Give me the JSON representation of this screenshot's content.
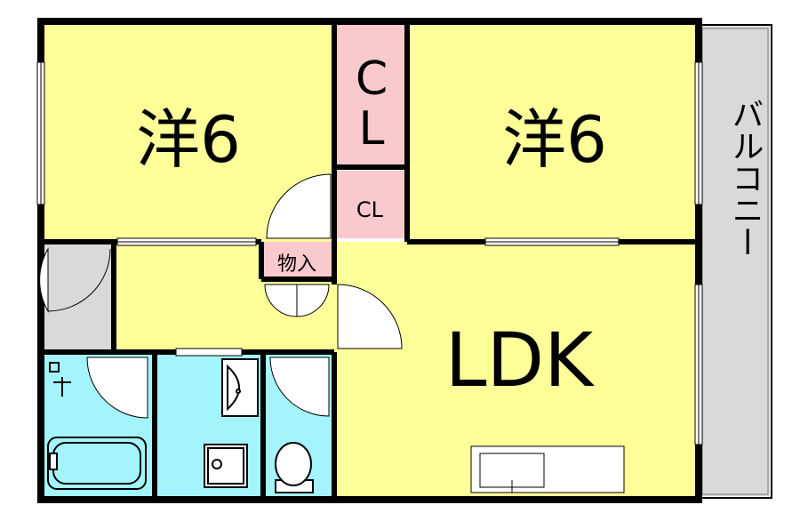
{
  "rooms": {
    "west_bedroom": {
      "label": "洋6"
    },
    "east_bedroom": {
      "label": "洋6"
    },
    "ldk": {
      "label": "LDK"
    },
    "big_closet": {
      "label_top": "C",
      "label_bottom": "L"
    },
    "small_closet": {
      "label": "CL"
    },
    "storage": {
      "label": "物入"
    },
    "balcony": {
      "label": "バルコニー"
    }
  },
  "colors": {
    "living": "#ffff99",
    "closet": "#f9c9cd",
    "wet_area": "#a3f5fb",
    "balcony": "#d9d9d9",
    "entrance": "#d9d9d9",
    "wall": "#000000"
  }
}
